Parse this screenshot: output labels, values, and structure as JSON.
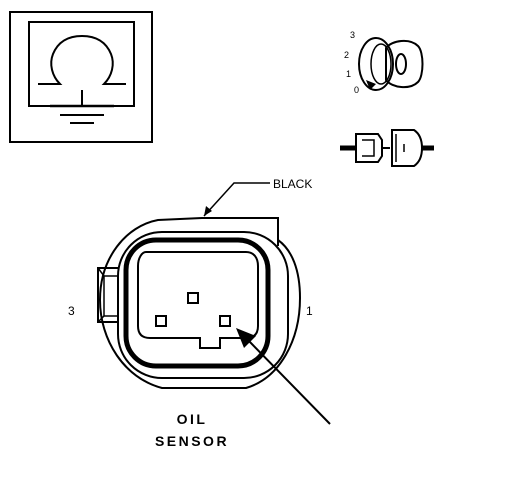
{
  "connector": {
    "wire_color_label": "BLACK",
    "pin_left_label": "3",
    "pin_right_label": "1"
  },
  "component": {
    "name_line1": "OIL",
    "name_line2": "SENSOR"
  },
  "ignition_key": {
    "positions": [
      "3",
      "2",
      "1",
      "0"
    ]
  },
  "symbol": {
    "icon": "oil-pressure-sensor-ground-icon"
  }
}
